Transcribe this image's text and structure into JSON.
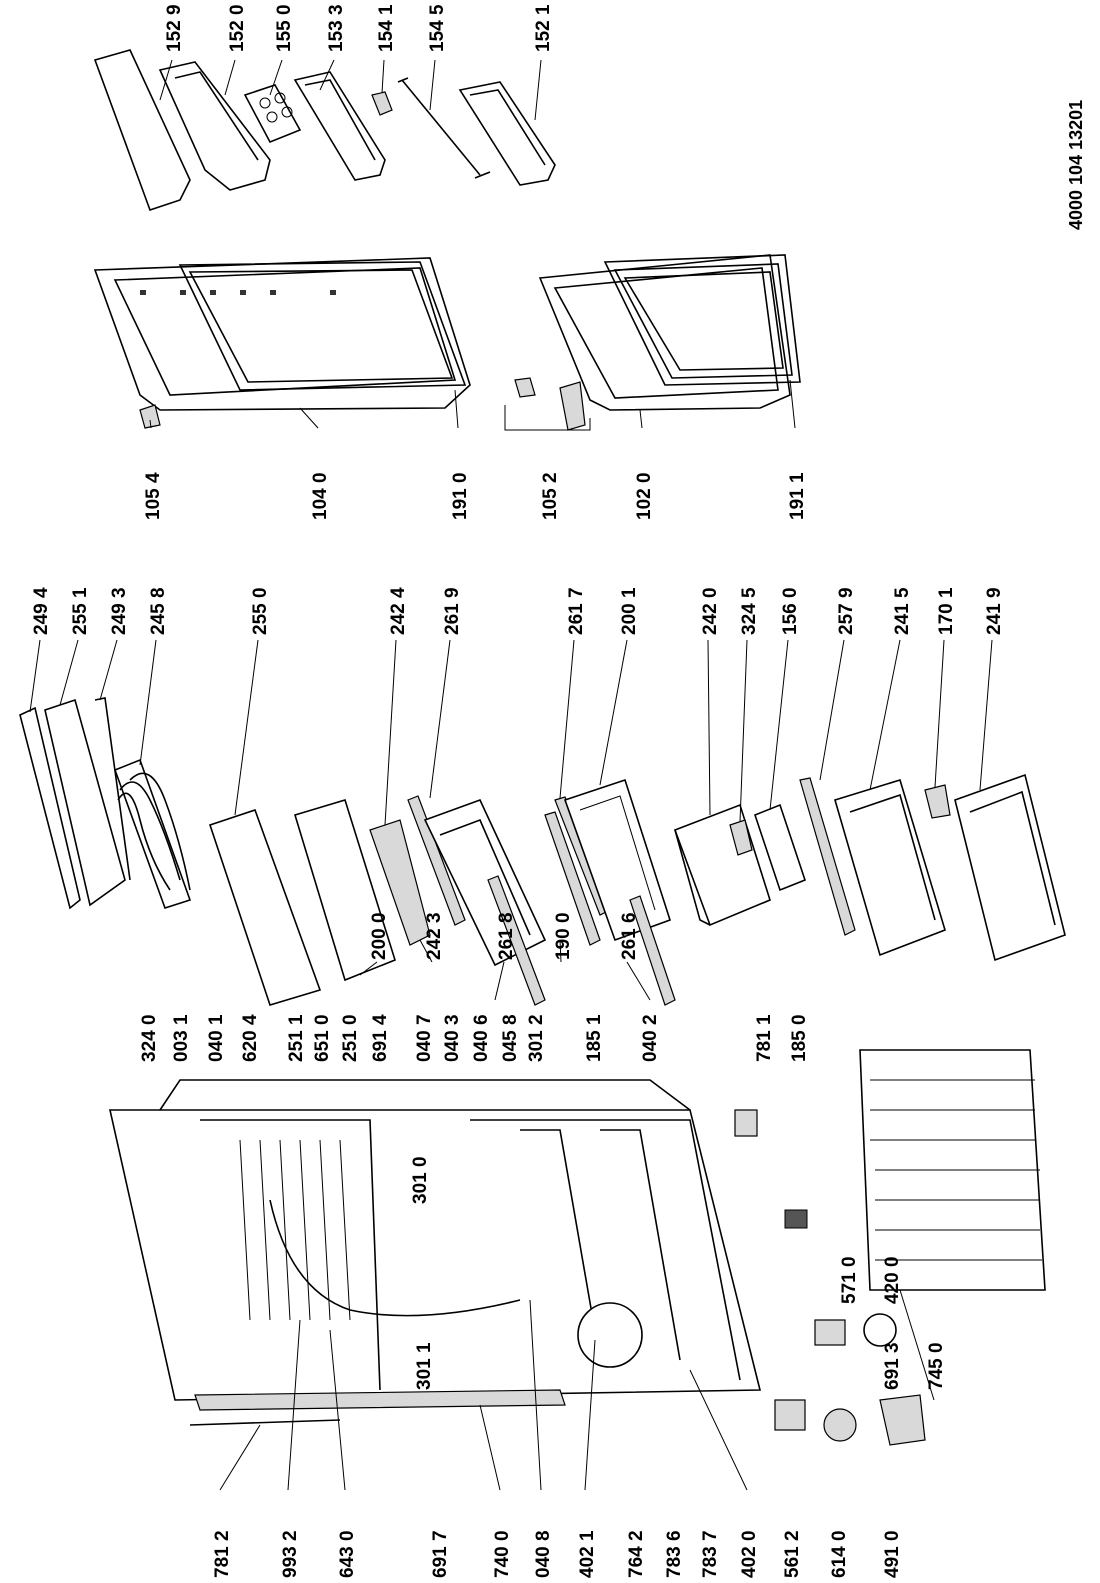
{
  "document_id": "4000 104 13201",
  "labels": {
    "p1529": "152 9",
    "p1520": "152 0",
    "p1550": "155 0",
    "p1533": "153 3",
    "p1541": "154 1",
    "p1545": "154 5",
    "p1521": "152 1",
    "p1054": "105 4",
    "p1040": "104 0",
    "p1910": "191 0",
    "p1052": "105 2",
    "p1020": "102 0",
    "p1911": "191 1",
    "p2494": "249 4",
    "p2551": "255 1",
    "p2493": "249 3",
    "p2458": "245 8",
    "p2550": "255 0",
    "p2424": "242 4",
    "p2619": "261 9",
    "p2617": "261 7",
    "p2001": "200 1",
    "p2420": "242 0",
    "p3245": "324 5",
    "p1560": "156 0",
    "p2579": "257 9",
    "p2415": "241 5",
    "p1701": "170 1",
    "p2419": "241 9",
    "p2000": "200 0",
    "p2423": "242 3",
    "p2618": "261 8",
    "p1900": "190 0",
    "p2616": "261 6",
    "p3240": "324 0",
    "p0031": "003 1",
    "p0401": "040 1",
    "p6204": "620 4",
    "p2511": "251 1",
    "p6510": "651 0",
    "p2510": "251 0",
    "p6914": "691 4",
    "p0407": "040 7",
    "p0403": "040 3",
    "p0406": "040 6",
    "p0458": "045 8",
    "p3012": "301 2",
    "p1851": "185 1",
    "p0402": "040 2",
    "p7811": "781 1",
    "p1850": "185 0",
    "p6913": "691 3",
    "p7450": "745 0",
    "p3010": "301 0",
    "p3011": "301 1",
    "p5710": "571 0",
    "p4200": "420 0",
    "p7812": "781 2",
    "p9932": "993 2",
    "p6430": "643 0",
    "p6917": "691 7",
    "p7400": "740 0",
    "p0408": "040 8",
    "p4021": "402 1",
    "p7642": "764 2",
    "p7836": "783 6",
    "p7837": "783 7",
    "p4020": "402 0",
    "p5612": "561 2",
    "p6140": "614 0",
    "p4910": "491 0"
  }
}
